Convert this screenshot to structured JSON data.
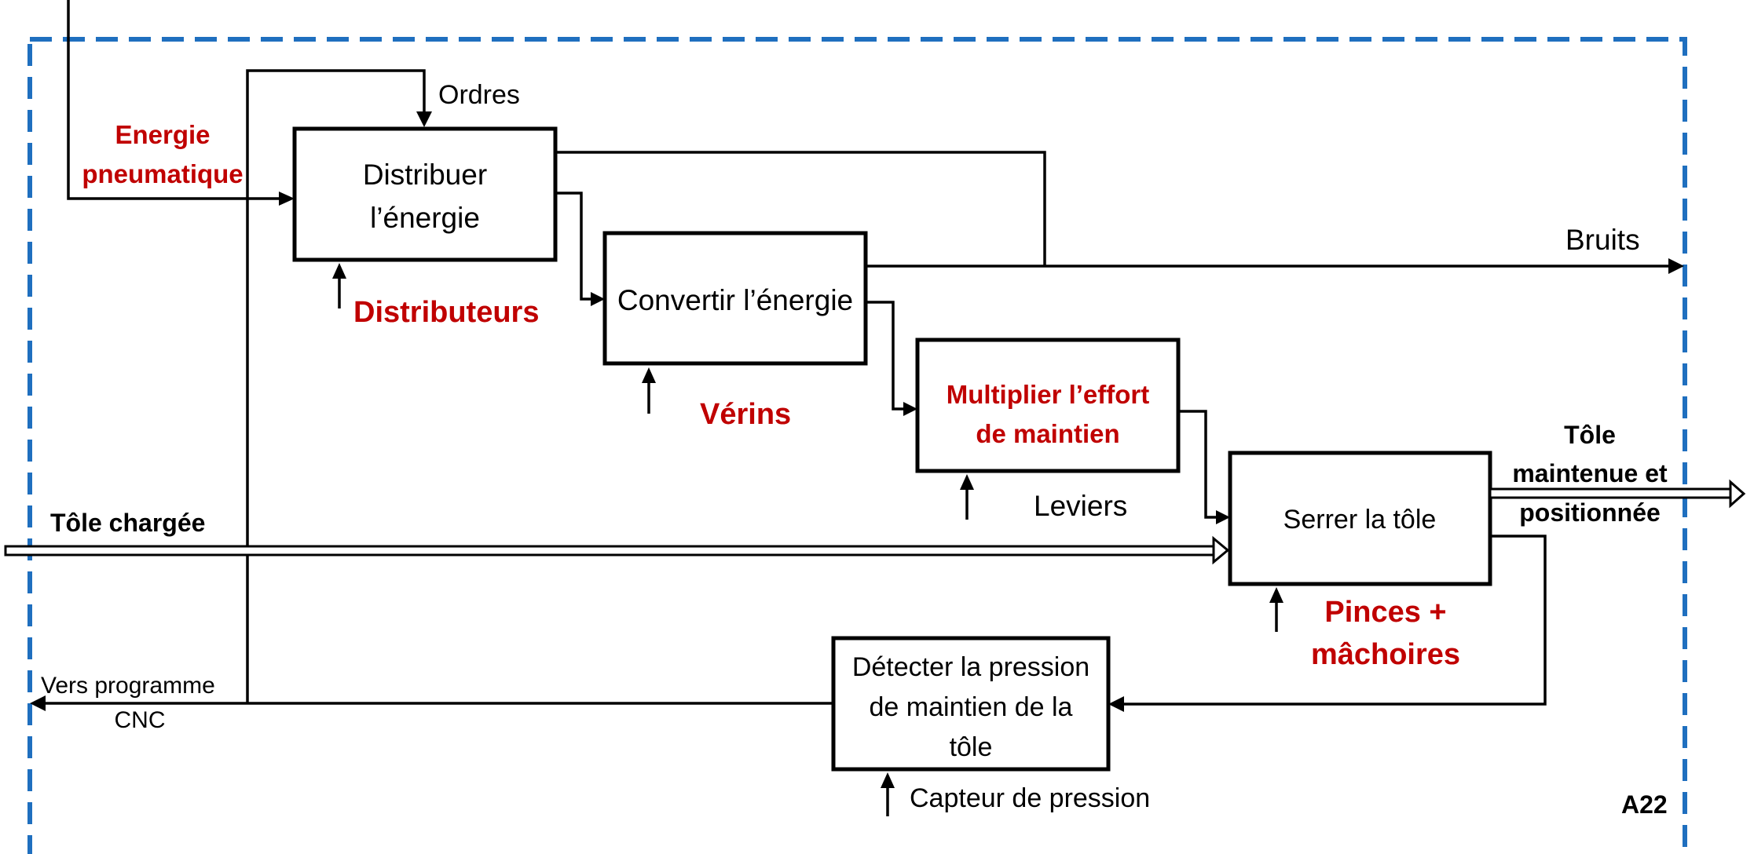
{
  "colors": {
    "frame": "#1f6fbf",
    "accent": "#c00000",
    "line": "#000000"
  },
  "functions": {
    "distribute": [
      "Distribuer",
      "l’énergie"
    ],
    "convert": [
      "Convertir l’énergie"
    ],
    "multiply": [
      "Multiplier l’effort",
      "de maintien"
    ],
    "clamp": [
      "Serrer la tôle"
    ],
    "detect": [
      "Détecter la pression",
      "de maintien de la",
      "tôle"
    ]
  },
  "mechanisms": {
    "distribute": "Distributeurs",
    "convert": "Vérins",
    "multiply": "Leviers",
    "clamp": [
      "Pinces +",
      "mâchoires"
    ],
    "detect": "Capteur de pression"
  },
  "flows": {
    "energy": [
      "Energie",
      "pneumatique"
    ],
    "orders": "Ordres",
    "noise": "Bruits",
    "input_sheet": "Tôle chargée",
    "output_sheet": [
      "Tôle",
      "maintenue et",
      "positionnée"
    ],
    "to_program": [
      "Vers programme",
      "CNC"
    ]
  },
  "diagram_id": "A22"
}
